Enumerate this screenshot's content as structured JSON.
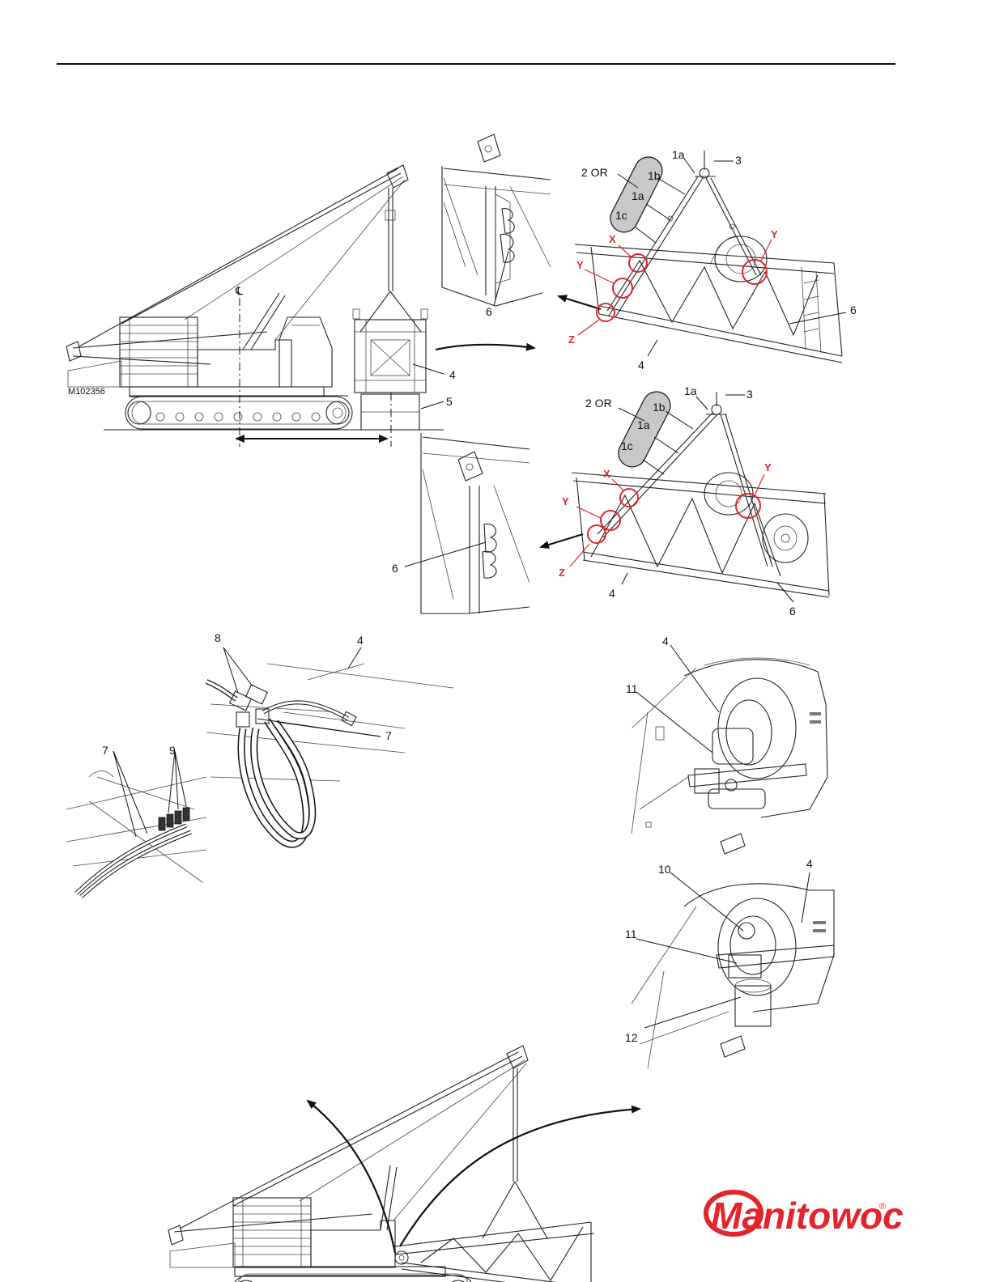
{
  "header": {
    "rule": true
  },
  "figures": [
    {
      "id": "M102356"
    },
    {
      "id": "M102357"
    }
  ],
  "callouts": {
    "item_1a": "1a",
    "item_1b": "1b",
    "item_1c": "1c",
    "item_2_or": "2 OR",
    "item_3": "3",
    "item_4": "4",
    "item_5": "5",
    "item_6": "6",
    "item_7": "7",
    "item_8": "8",
    "item_9": "9",
    "item_10": "10",
    "item_11": "11",
    "item_12": "12",
    "detail_x": "X",
    "detail_y": "Y",
    "detail_z": "Z",
    "centerline": "℄"
  },
  "logo": {
    "text": "Manitowoc",
    "registered": "®",
    "color": "#e3242b"
  },
  "colors": {
    "detail_circle": "#e3242b",
    "sling_fill": "#c8c8c8",
    "line": "#222222"
  }
}
